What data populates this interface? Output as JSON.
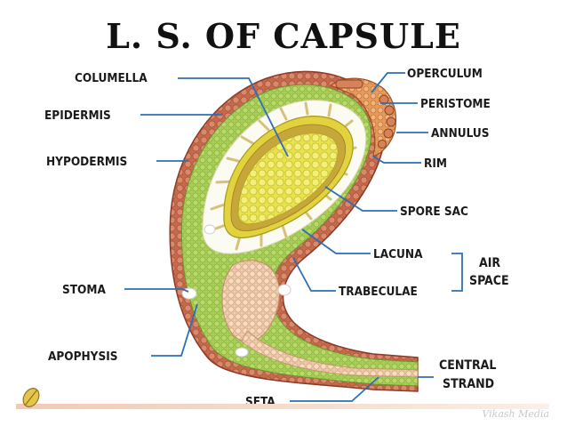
{
  "title": "L. S. OF CAPSULE",
  "labels": {
    "columella": "COLUMELLA",
    "epidermis": "EPIDERMIS",
    "hypodermis": "HYPODERMIS",
    "stoma": "STOMA",
    "apophysis": "APOPHYSIS",
    "seta": "SETA",
    "operculum": "OPERCULUM",
    "peristome": "PERISTOME",
    "annulus": "ANNULUS",
    "rim": "RIM",
    "spore_sac": "SPORE SAC",
    "lacuna": "LACUNA",
    "trabeculae": "TRABECULAE",
    "air_space_line1": "AIR",
    "air_space_line2": "SPACE",
    "central_strand_line1": "CENTRAL",
    "central_strand_line2": "STRAND"
  },
  "watermark": "Vikash Media",
  "colors": {
    "epidermis": "#c96a4e",
    "tissue": "#9cc64a",
    "spore_sac": "#e7e24a",
    "columella": "#f4f07a",
    "apophysis": "#efc7a6",
    "leader": "#2d6fb6"
  }
}
